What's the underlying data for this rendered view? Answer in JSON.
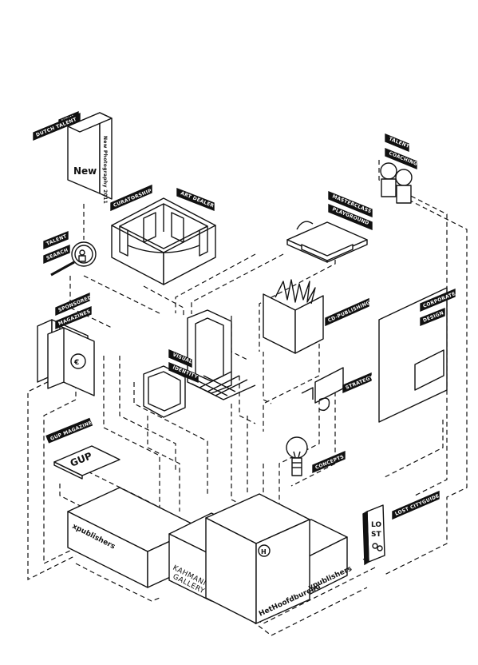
{
  "tags": {
    "new": "NEW",
    "dutch_talent": "DUTCH TALENT",
    "curatorship": "CURATORSHIP",
    "art_dealer": "ART DEALER",
    "talent": "TALENT",
    "search": "SEARCH",
    "sponsored": "SPONSORED",
    "magazines": "MAGAZINES",
    "masterclass": "MASTERCLASS",
    "playground": "PLAYGROUND",
    "talent_coaching": "TALENT",
    "coaching": "COACHING",
    "cd_publishing": "CD-PUBLISHING",
    "corporate": "CORPORATE",
    "design": "DESIGN",
    "visual": "VISUAL",
    "identity": "IDENTITY",
    "strategy": "STRATEGY",
    "gup_magazine": "GUP MAGAZINE",
    "concepts": "CONCEPTS",
    "lost_cityguide": "LOST CITYGUIDE"
  },
  "objects": {
    "book_title": "New",
    "book_spine": "New Photography 2011",
    "gup_cover": "GUP",
    "lost_cover_1": "LO",
    "lost_cover_2": "ST",
    "euro_symbol": "€",
    "hoofdbureau_symbol": "H"
  },
  "platform": {
    "left_label": "xpublishers",
    "gallery_line1": "KAHMANN",
    "gallery_line2": "GALLERY",
    "center_label": "HetHoofdbureau",
    "right_label": "ypublishers"
  }
}
